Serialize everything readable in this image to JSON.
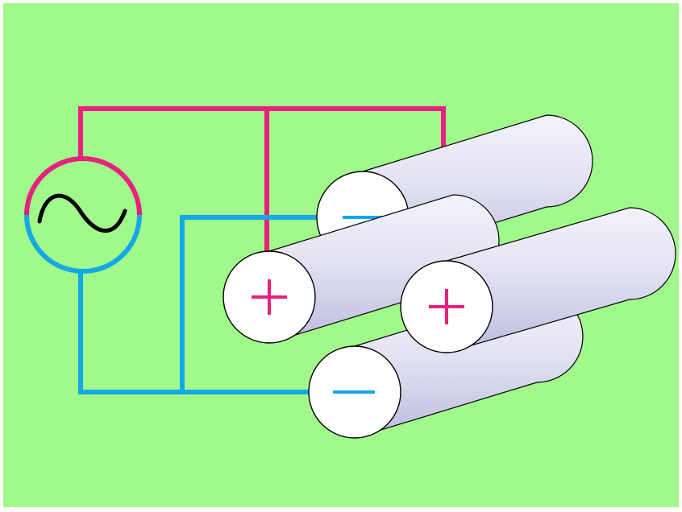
{
  "colors": {
    "background": "#a0f98a",
    "positive": "#e8207e",
    "negative": "#14a8e6",
    "rod_fill_light": "#f3f3fb",
    "rod_fill_dark": "#bcbcde",
    "rod_face": "#ffffff",
    "sine": "#000000"
  },
  "source": {
    "symbol": "ac-sine-icon"
  },
  "rods": [
    {
      "id": "upper-left",
      "polarity": "positive"
    },
    {
      "id": "upper-back",
      "polarity": "negative"
    },
    {
      "id": "lower-right",
      "polarity": "positive"
    },
    {
      "id": "lower-front",
      "polarity": "negative"
    }
  ]
}
